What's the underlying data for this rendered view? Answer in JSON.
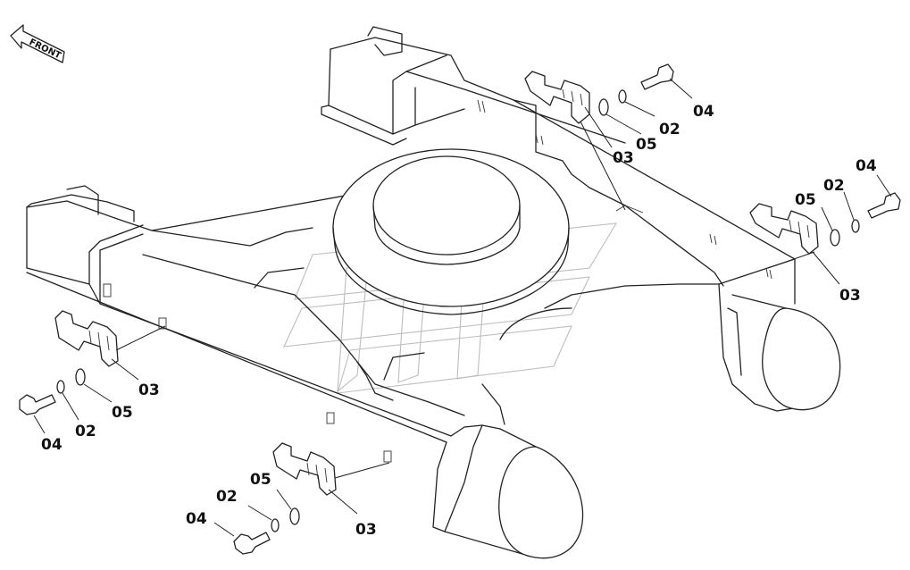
{
  "front_arrow": {
    "text": "FRONT"
  },
  "part_groups": [
    {
      "id": "top-right",
      "bolt": "04",
      "spring_washer": "02",
      "flat_washer": "05",
      "clamp": "03"
    },
    {
      "id": "right",
      "bolt": "04",
      "spring_washer": "02",
      "flat_washer": "05",
      "clamp": "03"
    },
    {
      "id": "left",
      "bolt": "04",
      "spring_washer": "02",
      "flat_washer": "05",
      "clamp": "03"
    },
    {
      "id": "bottom",
      "bolt": "04",
      "spring_washer": "02",
      "flat_washer": "05",
      "clamp": "03"
    }
  ]
}
